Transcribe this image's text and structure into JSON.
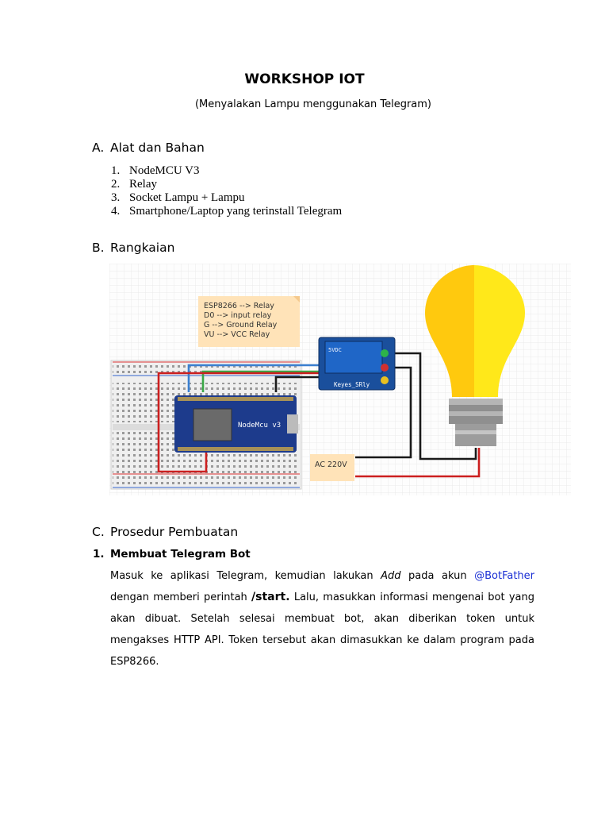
{
  "header": {
    "title": "WORKSHOP IOT",
    "subtitle": "(Menyalakan Lampu menggunakan Telegram)"
  },
  "section_a": {
    "letter": "A.",
    "title": "Alat dan Bahan",
    "items": [
      {
        "num": "1.",
        "text": "NodeMCU V3"
      },
      {
        "num": "2.",
        "text": "Relay"
      },
      {
        "num": "3.",
        "text": "Socket Lampu + Lampu"
      },
      {
        "num": "4.",
        "text": "Smartphone/Laptop yang terinstall Telegram"
      }
    ]
  },
  "section_b": {
    "letter": "B.",
    "title": "Rangkaian",
    "diagram": {
      "note_lines": [
        "ESP8266 --> Relay",
        "D0 --> input relay",
        "G   --> Ground Relay",
        "VU --> VCC Relay"
      ],
      "relay_top_text": "5VDC",
      "relay_label": "Keyes_SRly",
      "nodemcu_label": "NodeMcu v3",
      "ac_label": "AC 220V",
      "colors": {
        "bulb_left": "#ffc90e",
        "bulb_right": "#ffe81a",
        "wire_red": "#cc1f1f",
        "wire_black": "#1a1a1a",
        "wire_blue": "#3a7fd0",
        "wire_green": "#3aa847",
        "board": "#1d3b8c",
        "relay": "#1a4f9c",
        "note": "#ffe3b8"
      }
    }
  },
  "section_c": {
    "letter": "C.",
    "title": "Prosedur Pembuatan",
    "steps": [
      {
        "num": "1.",
        "title": "Membuat Telegram Bot",
        "p1": "Masuk ke aplikasi Telegram, kemudian lakukan ",
        "p1_em": "Add",
        "p2": " pada akun ",
        "link": "@BotFather",
        "p3": " dengan memberi perintah ",
        "cmd": "/start.",
        "p4": " Lalu, masukkan informasi mengenai bot yang akan dibuat. Setelah selesai membuat bot, akan diberikan token untuk mengakses HTTP API. Token tersebut akan dimasukkan ke dalam program pada ESP8266."
      }
    ]
  }
}
